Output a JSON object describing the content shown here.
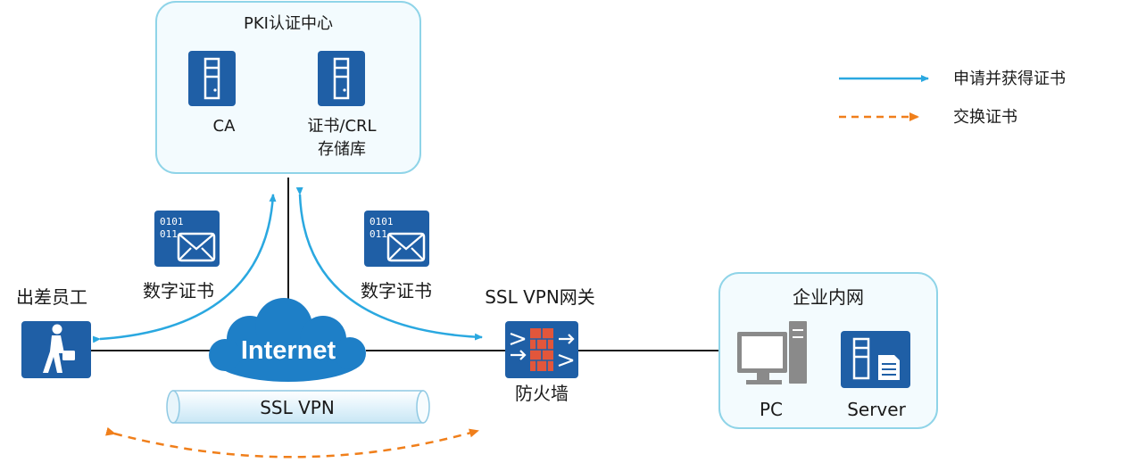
{
  "pki": {
    "title": "PKI认证中心",
    "ca_label": "CA",
    "repo_label_line1": "证书/CRL",
    "repo_label_line2": "存储库"
  },
  "legend": {
    "apply_label": "申请并获得证书",
    "exchange_label": "交换证书"
  },
  "left_cert_label": "数字证书",
  "right_cert_label": "数字证书",
  "cert_icon_bits": "0101\n011",
  "employee_label": "出差员工",
  "internet_label": "Internet",
  "tunnel_label": "SSL VPN",
  "gateway_label": "SSL VPN网关",
  "firewall_label": "防火墙",
  "intranet": {
    "title": "企业内网",
    "pc_label": "PC",
    "server_label": "Server"
  },
  "colors": {
    "icon_blue": "#1f5fa6",
    "apply_arrow": "#2aa8e0",
    "exchange_arrow": "#f07f1b",
    "panel_border": "#8fd4e8",
    "panel_fill": "#f3fbfe",
    "link_line": "#1a1a1a",
    "cloud_blue": "#1e7fc7"
  }
}
